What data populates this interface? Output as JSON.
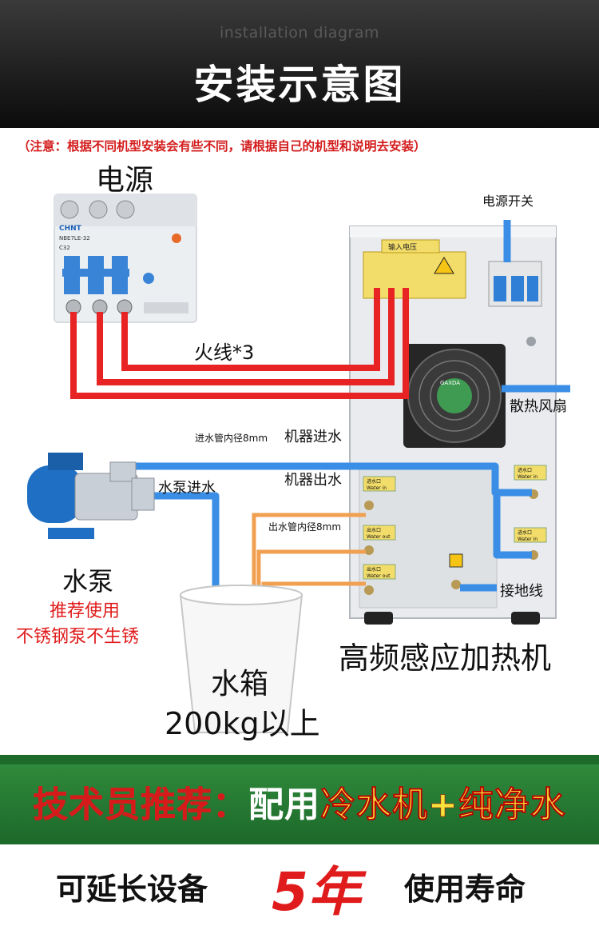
{
  "header": {
    "subtitle": "installation diagram",
    "title": "安装示意图"
  },
  "note": "（注意：根据不同机型安装会有些不同，请根据自己的机型和说明去安装）",
  "labels": {
    "power_source": "电源",
    "power_switch": "电源开关",
    "live_wire": "火线*3",
    "cooling_fan": "散热风扇",
    "inlet_pipe_spec": "进水管内径8mm",
    "machine_water_in": "机器进水",
    "machine_water_out": "机器出水",
    "pump_water_in": "水泵进水",
    "outlet_pipe_spec": "出水管内径8mm",
    "ground_wire": "接地线",
    "pump": "水泵",
    "pump_tip_line1": "推荐使用",
    "pump_tip_line2": "不锈钢泵不生锈",
    "machine": "高频感应加热机",
    "tank": "水箱",
    "tank_capacity": "200kg以上"
  },
  "device": {
    "breaker_brand": "CHNT",
    "breaker_model": "NBE7LE-32",
    "breaker_rating": "C32",
    "input_voltage_label": "输入电压",
    "fan_brand": "GAXDA",
    "port_in_cn": "进水口",
    "port_in_en": "Water in",
    "port_out_cn": "出水口",
    "port_out_en": "Water out"
  },
  "banner": {
    "row1_part1": "技术员推荐：",
    "row1_part2": "配用",
    "row1_part3": "冷水机+纯净水",
    "row2_part1": "可延长设备",
    "row2_years": "5年",
    "row2_part2": "使用寿命"
  },
  "colors": {
    "wire": "#e82323",
    "water_pipe": "#3a8ee6",
    "outlet_pipe": "#f0a050",
    "banner_green": "#1d6a2b",
    "note_red": "#d41c1c"
  }
}
